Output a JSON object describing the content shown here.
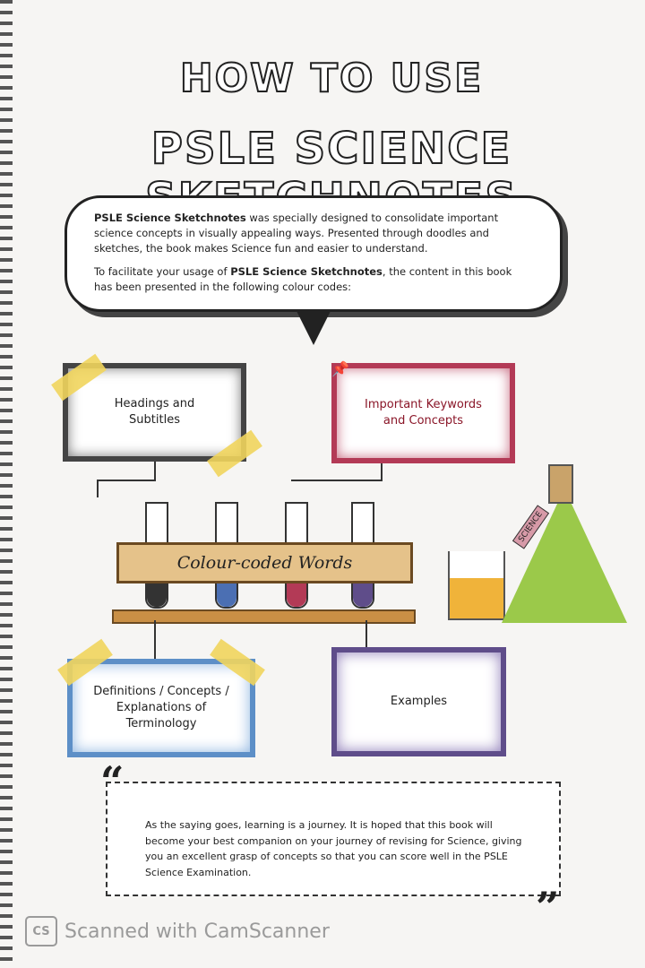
{
  "title": {
    "line1": "HOW TO USE",
    "line2": "PSLE SCIENCE SKETCHNOTES"
  },
  "intro": {
    "p1_bold": "PSLE Science Sketchnotes",
    "p1_rest": " was specially designed to consolidate important science concepts in visually appealing ways. Presented through doodles and sketches, the book makes Science fun and easier to understand.",
    "p2_start": "To facilitate your usage of ",
    "p2_bold": "PSLE Science Sketchnotes",
    "p2_rest": ", the content in this book has been presented in the following colour codes:"
  },
  "legend": {
    "headings": "Headings and Subtitles",
    "keywords": "Important Keywords and Concepts",
    "rack_label": "Colour-coded Words",
    "definitions": "Definitions / Concepts / Explanations of Terminology",
    "examples": "Examples",
    "flask_tag": "SCIENCE"
  },
  "colors": {
    "headings": "#444444",
    "keywords": "#b33a56",
    "definitions": "#5d8fc7",
    "examples": "#5f4d8a"
  },
  "closing": "As the saying goes, learning is a journey. It is hoped that this book will become your best companion on your journey of revising for Science, giving you an excellent grasp of concepts so that you can score well in the PSLE Science Examination.",
  "watermark": {
    "logo": "CS",
    "text": "Scanned with CamScanner"
  }
}
